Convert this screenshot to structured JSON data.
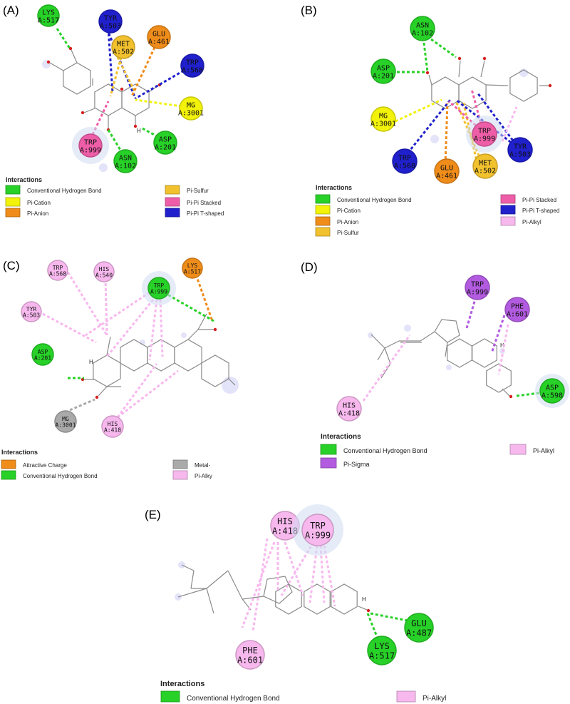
{
  "colors": {
    "hbond": "#27d127",
    "cation": "#f2f20a",
    "anion": "#ef8c1a",
    "sulfur": "#f2c12e",
    "stacked": "#ee5ea8",
    "tshaped": "#2020cc",
    "alkyl": "#f7b8ee",
    "sigma": "#b25be0",
    "metal": "#aaaaaa",
    "attractive": "#ef8c1a"
  },
  "panels": [
    {
      "tag": "(A)",
      "legend_title": "Interactions",
      "legend": [
        {
          "label": "Conventional Hydrogen Bond",
          "type": "hbond"
        },
        {
          "label": "Pi-Cation",
          "type": "cation"
        },
        {
          "label": "Pi-Anion",
          "type": "anion"
        },
        {
          "label": "Pi-Sulfur",
          "type": "sulfur"
        },
        {
          "label": "Pi-Pi Stacked",
          "type": "stacked"
        },
        {
          "label": "Pi-Pi T-shaped",
          "type": "tshaped"
        }
      ],
      "residues": [
        {
          "name": "LYS",
          "chain": "A:517",
          "type": "hbond"
        },
        {
          "name": "TYR",
          "chain": "A:503",
          "type": "tshaped"
        },
        {
          "name": "MET",
          "chain": "A:502",
          "type": "sulfur"
        },
        {
          "name": "GLU",
          "chain": "A:461",
          "type": "anion"
        },
        {
          "name": "TRP",
          "chain": "A:568",
          "type": "tshaped"
        },
        {
          "name": "MG",
          "chain": "A:3001",
          "type": "cation"
        },
        {
          "name": "ASP",
          "chain": "A:201",
          "type": "hbond"
        },
        {
          "name": "ASN",
          "chain": "A:102",
          "type": "hbond"
        },
        {
          "name": "TRP",
          "chain": "A:999",
          "type": "stacked"
        }
      ]
    },
    {
      "tag": "(B)",
      "legend_title": "Interactions",
      "legend": [
        {
          "label": "Conventional Hydrogen Bond",
          "type": "hbond"
        },
        {
          "label": "Pi-Cation",
          "type": "cation"
        },
        {
          "label": "Pi-Anion",
          "type": "anion"
        },
        {
          "label": "Pi-Sulfur",
          "type": "sulfur"
        },
        {
          "label": "Pi-Pi Stacked",
          "type": "stacked"
        },
        {
          "label": "Pi-Pi T-shaped",
          "type": "tshaped"
        },
        {
          "label": "Pi-Alkyl",
          "type": "alkyl"
        }
      ],
      "residues": [
        {
          "name": "ASN",
          "chain": "A:102",
          "type": "hbond"
        },
        {
          "name": "ASP",
          "chain": "A:201",
          "type": "hbond"
        },
        {
          "name": "MG",
          "chain": "A:3001",
          "type": "cation"
        },
        {
          "name": "TRP",
          "chain": "A:568",
          "type": "tshaped"
        },
        {
          "name": "GLU",
          "chain": "A:461",
          "type": "anion"
        },
        {
          "name": "MET",
          "chain": "A:502",
          "type": "sulfur"
        },
        {
          "name": "TRP",
          "chain": "A:999",
          "type": "stacked"
        },
        {
          "name": "TYR",
          "chain": "A:503",
          "type": "tshaped"
        }
      ]
    },
    {
      "tag": "(C)",
      "legend_title": "Interactions",
      "legend": [
        {
          "label": "Attractive Charge",
          "type": "attractive"
        },
        {
          "label": "Conventional Hydrogen Bond",
          "type": "hbond"
        },
        {
          "label": "Metal-",
          "type": "metal"
        },
        {
          "label": "Pi-Alky",
          "type": "alkyl"
        }
      ],
      "residues": [
        {
          "name": "TRP",
          "chain": "A:568",
          "type": "alkyl"
        },
        {
          "name": "HIS",
          "chain": "A:540",
          "type": "alkyl"
        },
        {
          "name": "LYS",
          "chain": "A:517",
          "type": "anion"
        },
        {
          "name": "TRP",
          "chain": "A:999",
          "type": "hbond"
        },
        {
          "name": "TYR",
          "chain": "A:503",
          "type": "alkyl"
        },
        {
          "name": "ASP",
          "chain": "A:201",
          "type": "hbond"
        },
        {
          "name": "MG",
          "chain": "A:3001",
          "type": "metal"
        },
        {
          "name": "HIS",
          "chain": "A:418",
          "type": "alkyl"
        }
      ]
    },
    {
      "tag": "(D)",
      "legend_title": "Interactions",
      "legend": [
        {
          "label": "Conventional Hydrogen Bond",
          "type": "hbond"
        },
        {
          "label": "Pi-Sigma",
          "type": "sigma"
        },
        {
          "label": "Pi-Alkyl",
          "type": "alkyl"
        }
      ],
      "residues": [
        {
          "name": "TRP",
          "chain": "A:999",
          "type": "sigma"
        },
        {
          "name": "PHE",
          "chain": "A:601",
          "type": "sigma"
        },
        {
          "name": "ASP",
          "chain": "A:598",
          "type": "hbond"
        },
        {
          "name": "HIS",
          "chain": "A:418",
          "type": "alkyl"
        }
      ]
    },
    {
      "tag": "(E)",
      "legend_title": "Interactions",
      "legend": [
        {
          "label": "Conventional Hydrogen Bond",
          "type": "hbond"
        },
        {
          "label": "Pi-Alkyl",
          "type": "alkyl"
        }
      ],
      "residues": [
        {
          "name": "HIS",
          "chain": "A:418",
          "type": "alkyl"
        },
        {
          "name": "TRP",
          "chain": "A:999",
          "type": "alkyl"
        },
        {
          "name": "GLU",
          "chain": "A:487",
          "type": "hbond"
        },
        {
          "name": "LYS",
          "chain": "A:517",
          "type": "hbond"
        },
        {
          "name": "PHE",
          "chain": "A:601",
          "type": "alkyl"
        }
      ]
    }
  ]
}
